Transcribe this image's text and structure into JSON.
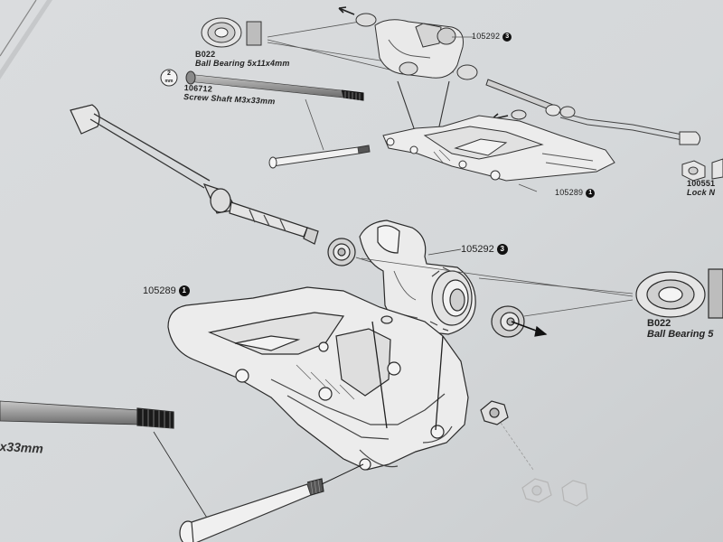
{
  "parts": {
    "bearing_top": {
      "code": "B022",
      "desc": "Ball Bearing 5x11x4mm"
    },
    "screw_shaft": {
      "qty": "2",
      "qty_unit": "mm",
      "code": "106712",
      "desc": "Screw Shaft M3x33mm"
    },
    "hub_top": {
      "code": "105292",
      "qty": "3"
    },
    "arm_top": {
      "code": "105289",
      "qty": "1"
    },
    "lock_nut": {
      "code": "100551",
      "desc": "Lock N"
    },
    "hub_big": {
      "code": "105292",
      "qty": "3"
    },
    "arm_big": {
      "code": "105289",
      "qty": "1"
    },
    "bearing_big": {
      "code": "B022",
      "desc": "Ball Bearing 5"
    },
    "shaft_big": {
      "desc": "x33mm"
    }
  }
}
